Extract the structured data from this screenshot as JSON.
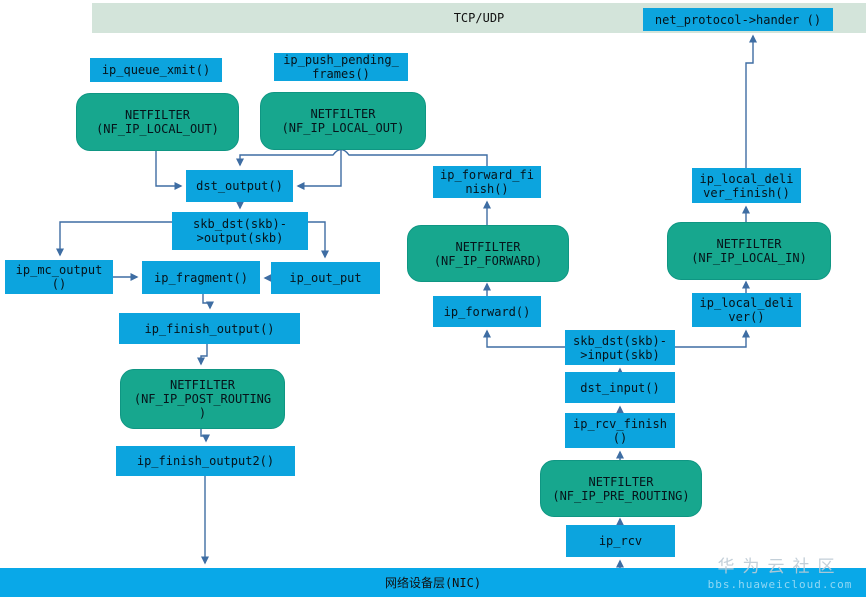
{
  "title_bars": {
    "top": "TCP/UDP",
    "bottom": "网络设备层(NIC)"
  },
  "watermark": {
    "line1": "华为云社区",
    "line2": "bbs.huaweicloud.com"
  },
  "colors": {
    "box_blue": "#0ca4de",
    "box_teal": "#17a78e",
    "top_bar": "#d3e4da",
    "bottom_bar": "#09a8e8",
    "connector": "#3e6da3",
    "text": "#06131a"
  },
  "nodes": {
    "net_protocol_hander": {
      "label": "net_protocol->hander ()"
    },
    "ip_queue_xmit": {
      "label": "ip_queue_xmit()"
    },
    "ip_push_pending_frames": {
      "label": "ip_push_pending_\nframes()"
    },
    "nf_local_out_1": {
      "label": "NETFILTER\n(NF_IP_LOCAL_OUT)"
    },
    "nf_local_out_2": {
      "label": "NETFILTER\n(NF_IP_LOCAL_OUT)"
    },
    "dst_output": {
      "label": "dst_output()"
    },
    "skb_dst_output": {
      "label": "skb_dst(skb)-\n>output(skb)"
    },
    "ip_mc_output": {
      "label": "ip_mc_output\n()"
    },
    "ip_fragment": {
      "label": "ip_fragment()"
    },
    "ip_out_put": {
      "label": "ip_out_put"
    },
    "ip_finish_output": {
      "label": "ip_finish_output()"
    },
    "nf_post_routing": {
      "label": "NETFILTER\n(NF_IP_POST_ROUTING\n)"
    },
    "ip_finish_output2": {
      "label": "ip_finish_output2()"
    },
    "ip_forward_finish": {
      "label": "ip_forward_fi\nnish()"
    },
    "nf_forward": {
      "label": "NETFILTER\n(NF_IP_FORWARD)"
    },
    "ip_forward": {
      "label": "ip_forward()"
    },
    "skb_dst_input": {
      "label": "skb_dst(skb)-\n>input(skb)"
    },
    "dst_input": {
      "label": "dst_input()"
    },
    "ip_rcv_finish": {
      "label": "ip_rcv_finish\n()"
    },
    "nf_pre_routing": {
      "label": "NETFILTER\n(NF_IP_PRE_ROUTING)"
    },
    "ip_rcv": {
      "label": "ip_rcv"
    },
    "ip_local_deliver": {
      "label": "ip_local_deli\nver()"
    },
    "nf_local_in": {
      "label": "NETFILTER\n(NF_IP_LOCAL_IN)"
    },
    "ip_local_deliver_finish": {
      "label": "ip_local_deli\nver_finish()"
    }
  }
}
